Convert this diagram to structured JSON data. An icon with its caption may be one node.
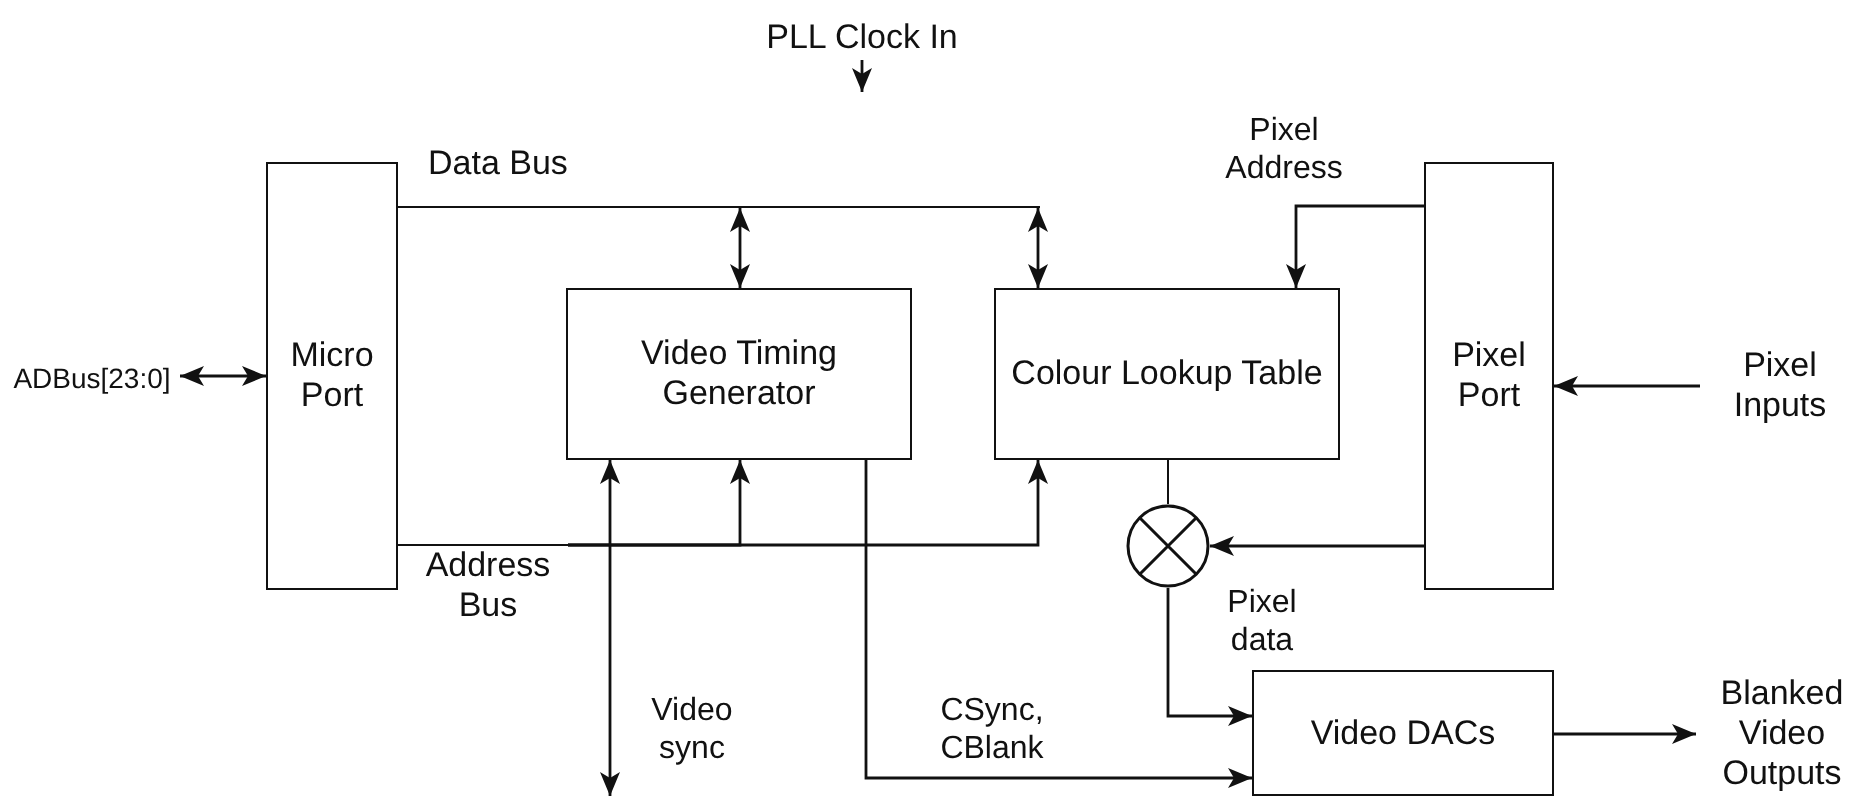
{
  "diagram": {
    "nodes": [
      {
        "text": [
          "PLL Clock In"
        ]
      },
      {
        "text": [
          "Micro Port"
        ]
      },
      {
        "text": [
          "Video Timing Generator"
        ]
      },
      {
        "text": [
          "Colour Lookup Table"
        ]
      },
      {
        "text": [
          "Pixel Port"
        ]
      },
      {
        "text": [
          "ADBus[23:0]"
        ]
      },
      {
        "text": [
          "Pixel Inputs"
        ]
      },
      {
        "text": [],
        "shape": "circle"
      },
      {
        "text": [
          "Video DACs"
        ]
      },
      {
        "text": [
          "Blanked Video Outputs"
        ]
      },
      {
        "text": [
          "Data Bus"
        ]
      },
      {
        "text": [
          "Address Bus"
        ]
      }
    ],
    "edges": [
      {
        "from": 0,
        "to": null,
        "arrow": "to"
      },
      {
        "from": 1,
        "to": 10,
        "arrow": "none"
      },
      {
        "from": 10,
        "to": 2,
        "arrow": "both"
      },
      {
        "from": 10,
        "to": 3,
        "arrow": "both"
      },
      {
        "from": 5,
        "to": 1,
        "arrow": "both"
      },
      {
        "from": 1,
        "to": 11,
        "arrow": "none"
      },
      {
        "from": 11,
        "to": 2,
        "arrow": "to"
      },
      {
        "from": 11,
        "to": 3,
        "arrow": "to"
      },
      {
        "from": 4,
        "to": 3,
        "arrow": "to",
        "label": "Pixel Address"
      },
      {
        "from": 6,
        "to": 4,
        "arrow": "to"
      },
      {
        "from": 2,
        "to": null,
        "arrow": "both",
        "label": "Video sync"
      },
      {
        "from": 3,
        "to": 7,
        "arrow": "none"
      },
      {
        "from": 4,
        "to": 7,
        "arrow": "to"
      },
      {
        "from": 2,
        "to": 8,
        "arrow": "to",
        "label": "CSync, CBlank"
      },
      {
        "from": 7,
        "to": 8,
        "arrow": "to",
        "label": "Pixel data"
      },
      {
        "from": 8,
        "to": 9,
        "arrow": "to"
      }
    ]
  }
}
